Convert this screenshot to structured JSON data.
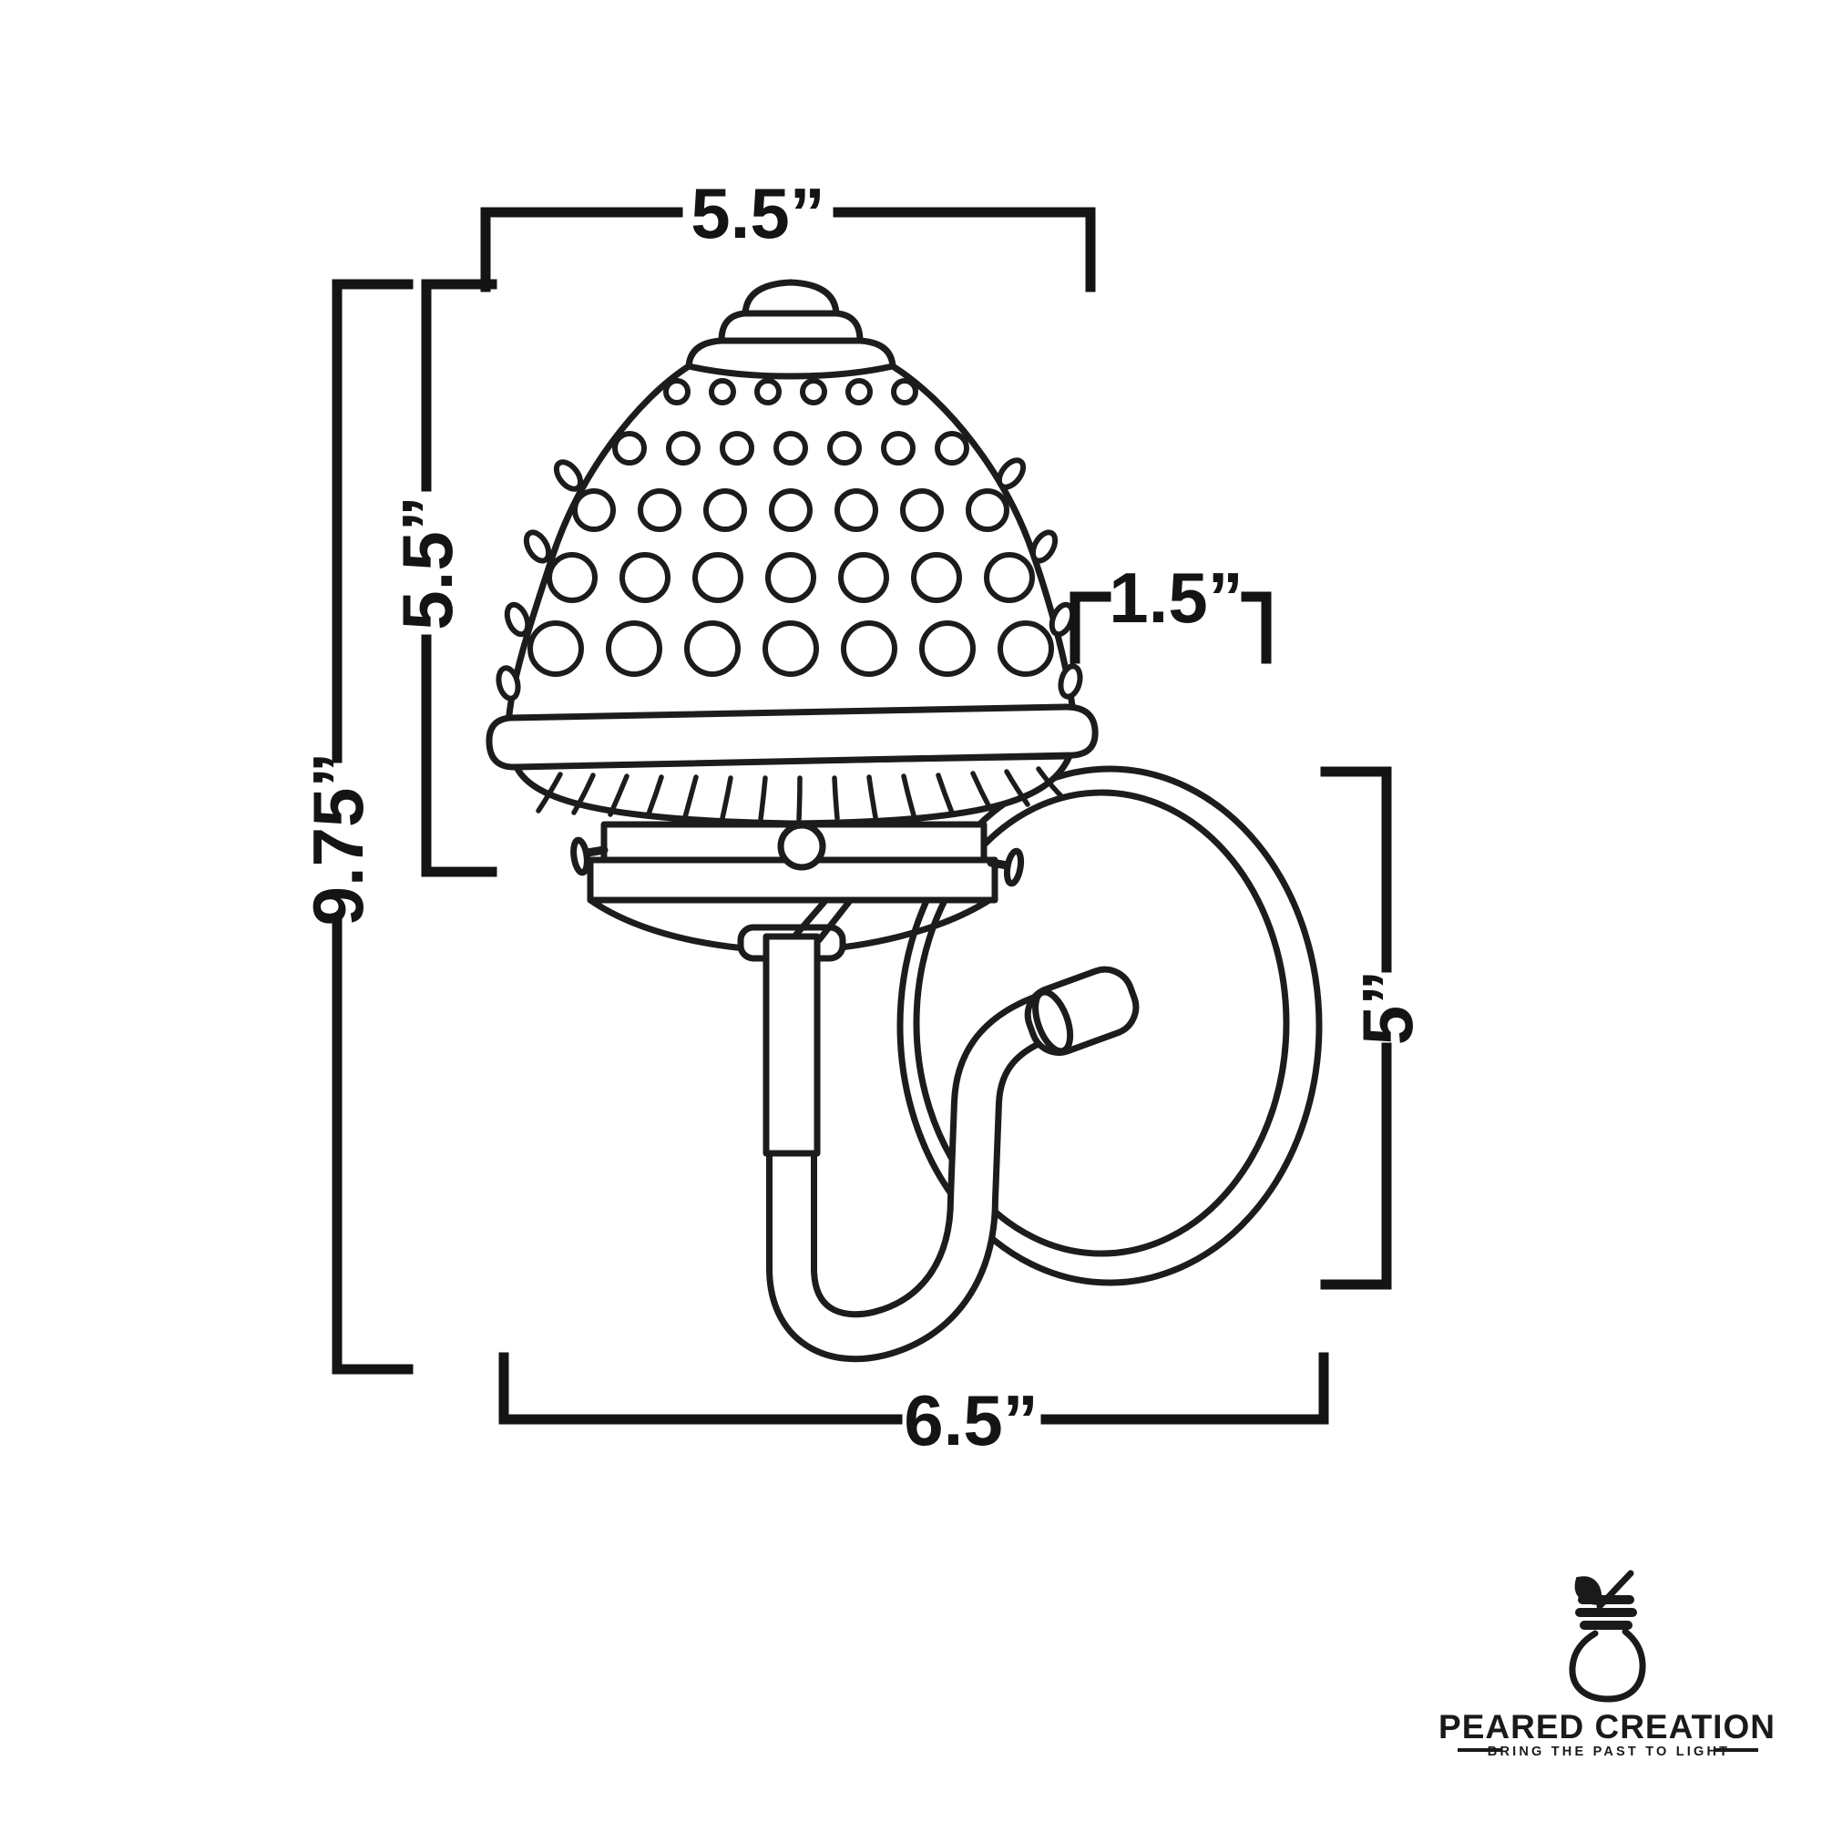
{
  "page": {
    "background": "#ffffff",
    "line_color": "#141414",
    "drawing_color": "#1c1c1c"
  },
  "dimensions": {
    "top_width": {
      "label": "5.5”"
    },
    "shade_height": {
      "label": "5.5”"
    },
    "overall_height": {
      "label": "9.75”"
    },
    "shade_to_backplate_gap": {
      "label": "1.5”"
    },
    "backplate_diameter": {
      "label": "5”"
    },
    "bottom_width": {
      "label": "6.5”"
    }
  },
  "logo": {
    "name": "PEARED CREATION",
    "tagline": "BRING THE PAST TO LIGHT"
  }
}
